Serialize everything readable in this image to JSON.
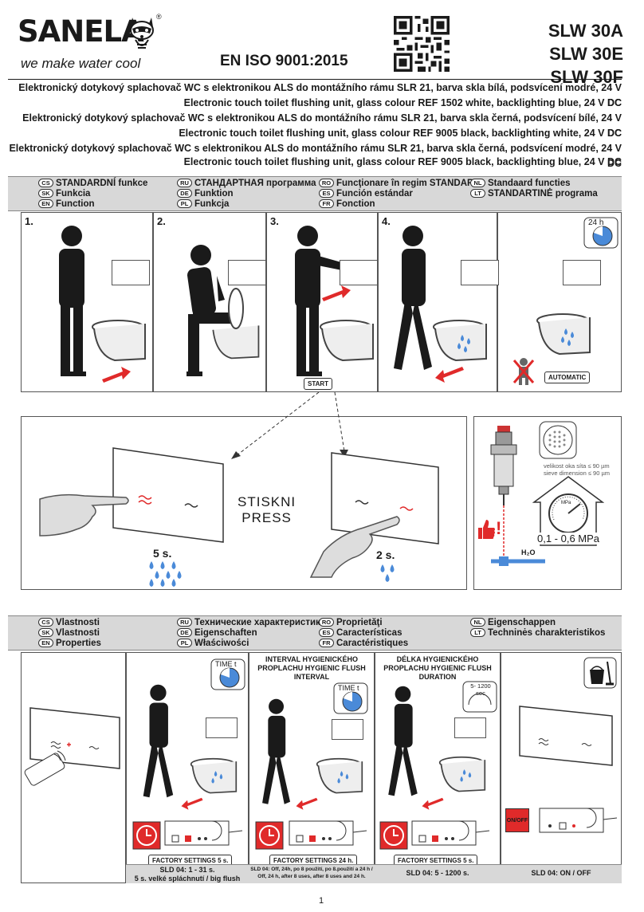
{
  "header": {
    "brand": "SANELA",
    "tagline": "we make water cool",
    "iso": "EN ISO 9001:2015",
    "models": [
      "SLW 30A",
      "SLW 30E",
      "SLW 30F"
    ]
  },
  "descriptions": [
    "Elektronický dotykový splachovač WC s elektronikou ALS do montážního rámu SLR 21, barva skla bílá, podsvícení modré, 24 V DC",
    "Electronic touch toilet flushing unit, glass colour REF 1502 white, backlighting blue, 24 V DC",
    "Elektronický dotykový splachovač WC s elektronikou ALS do montážního rámu SLR 21, barva skla černá, podsvícení bílé, 24 V DC",
    "Electronic touch toilet flushing unit, glass colour REF 9005 black, backlighting white, 24 V DC",
    "Elektronický dotykový splachovač WC s elektronikou ALS do montážního rámu SLR 21, barva skla černá, podsvícení modré, 24 V DC",
    "Electronic touch toilet flushing unit, glass colour REF 9005 black, backlighting blue, 24 V DC"
  ],
  "section1": {
    "legend": [
      [
        {
          "code": "CS",
          "text": "STANDARDNÍ funkce"
        },
        {
          "code": "SK",
          "text": "Funkcia"
        },
        {
          "code": "EN",
          "text": "Function"
        }
      ],
      [
        {
          "code": "RU",
          "text": "СТАНДАРТНАЯ программа"
        },
        {
          "code": "DE",
          "text": "Funktion"
        },
        {
          "code": "PL",
          "text": "Funkcja"
        }
      ],
      [
        {
          "code": "RO",
          "text": "Funcţionare în regim STANDARD"
        },
        {
          "code": "ES",
          "text": "Función estándar"
        },
        {
          "code": "FR",
          "text": "Fonction"
        }
      ],
      [
        {
          "code": "NL",
          "text": "Standaard functies"
        },
        {
          "code": "LT",
          "text": "STANDARTINĖ programa"
        }
      ]
    ],
    "steps": [
      "1.",
      "2.",
      "3.",
      "4."
    ],
    "timer": "24 h",
    "start_label": "START",
    "automatic_label": "AUTOMATIC"
  },
  "press": {
    "text_line1": "STISKNI",
    "text_line2": "PRESS",
    "long_press": "5 s.",
    "short_press": "2 s."
  },
  "filter": {
    "mesh_cs": "velikost oka síta ≤ 90 µm",
    "mesh_en": "sieve dimension ≤ 90 µm",
    "gauge_unit": "MPa",
    "pressure": "0,1 - 0,6 MPa",
    "water": "H₂O",
    "warning": "!"
  },
  "section2": {
    "legend": [
      [
        {
          "code": "CS",
          "text": "Vlastnosti"
        },
        {
          "code": "SK",
          "text": "Vlastnosti"
        },
        {
          "code": "EN",
          "text": "Properties"
        }
      ],
      [
        {
          "code": "RU",
          "text": "Технические характеристики"
        },
        {
          "code": "DE",
          "text": "Eigenschaften"
        },
        {
          "code": "PL",
          "text": "Właściwości"
        }
      ],
      [
        {
          "code": "RO",
          "text": "Proprietăţi"
        },
        {
          "code": "ES",
          "text": "Características"
        },
        {
          "code": "FR",
          "text": "Caractéristiques"
        }
      ],
      [
        {
          "code": "NL",
          "text": "Eigenschappen"
        },
        {
          "code": "LT",
          "text": "Techninės charakteristikos"
        }
      ]
    ],
    "panels": [
      {
        "title": "",
        "time": "",
        "factory": "",
        "footer1": "",
        "footer2": ""
      },
      {
        "title": "",
        "time": "TIME t",
        "factory": "FACTORY SETTINGS 5 s.",
        "footer1": "SLD 04: 1 - 31 s.",
        "footer2": "5 s. velké spláchnutí / big flush"
      },
      {
        "title": "INTERVAL HYGIENICKÉHO PROPLACHU HYGIENIC FLUSH INTERVAL",
        "time": "TIME t",
        "factory": "FACTORY SETTINGS 24 h.",
        "footer1": "SLD 04: Off, 24h, po 8 použití, po 8.použití a 24 h / Off, 24 h, after 8 uses, after 8 uses and 24 h.",
        "footer2": ""
      },
      {
        "title": "DÉLKA HYGIENICKÉHO PROPLACHU HYGIENIC FLUSH DURATION",
        "time": "5- 1200 sec",
        "factory": "FACTORY SETTINGS 5 s.",
        "footer1": "SLD 04: 5 - 1200 s.",
        "footer2": ""
      },
      {
        "title": "",
        "time": "",
        "factory": "",
        "footer1": "SLD 04: ON / OFF",
        "footer2": "",
        "onoff": "ON/OFF"
      }
    ]
  },
  "page_number": "1"
}
